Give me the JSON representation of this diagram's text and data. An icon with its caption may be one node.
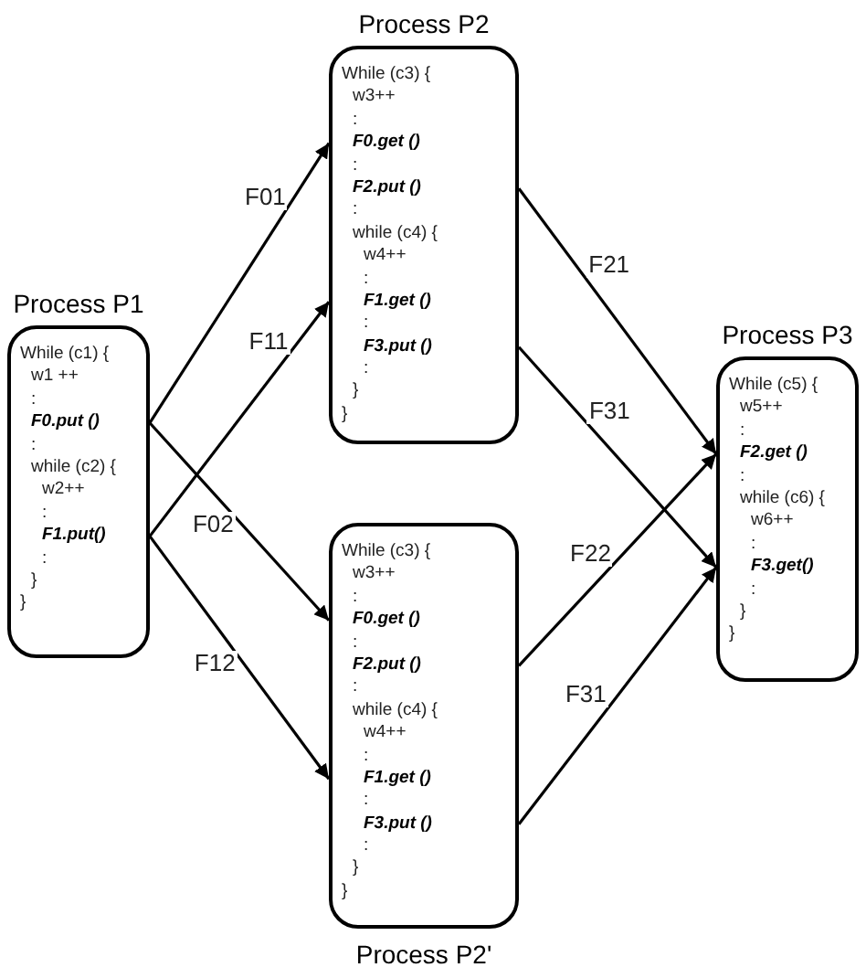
{
  "diagram": {
    "nodes": [
      {
        "text": [
          "Process P1",
          "While (c1) {",
          "w1 ++",
          ":",
          "F0.put ()",
          ":",
          "while (c2) {",
          "w2++",
          ":",
          "F1.put()",
          ":",
          "}",
          "}"
        ]
      },
      {
        "text": [
          "Process P2",
          "While (c3) {",
          "w3++",
          ":",
          "F0.get ()",
          ":",
          "F2.put ()",
          ":",
          "while (c4) {",
          "w4++",
          ":",
          "F1.get ()",
          ":",
          "F3.put ()",
          ":",
          "}",
          "}"
        ]
      },
      {
        "text": [
          "Process P2'",
          "While (c3) {",
          "w3++",
          ":",
          "F0.get ()",
          ":",
          "F2.put ()",
          ":",
          "while (c4) {",
          "w4++",
          ":",
          "F1.get ()",
          ":",
          "F3.put ()",
          ":",
          "}",
          "}"
        ]
      },
      {
        "text": [
          "Process P3",
          "While (c5) {",
          "w5++",
          ":",
          "F2.get ()",
          ":",
          "while (c6) {",
          "w6++",
          ":",
          "F3.get()",
          ":",
          "}",
          "}"
        ]
      }
    ],
    "edges": [
      {
        "from": 0,
        "to": 1,
        "arrow": "to",
        "label": "F01"
      },
      {
        "from": 0,
        "to": 1,
        "arrow": "to",
        "label": "F11"
      },
      {
        "from": 0,
        "to": 2,
        "arrow": "to",
        "label": "F02"
      },
      {
        "from": 0,
        "to": 2,
        "arrow": "to",
        "label": "F12"
      },
      {
        "from": 1,
        "to": 3,
        "arrow": "to",
        "label": "F21"
      },
      {
        "from": 1,
        "to": 3,
        "arrow": "to",
        "label": "F31"
      },
      {
        "from": 2,
        "to": 3,
        "arrow": "to",
        "label": "F22"
      },
      {
        "from": 2,
        "to": 3,
        "arrow": "to",
        "label": "F31"
      }
    ]
  }
}
